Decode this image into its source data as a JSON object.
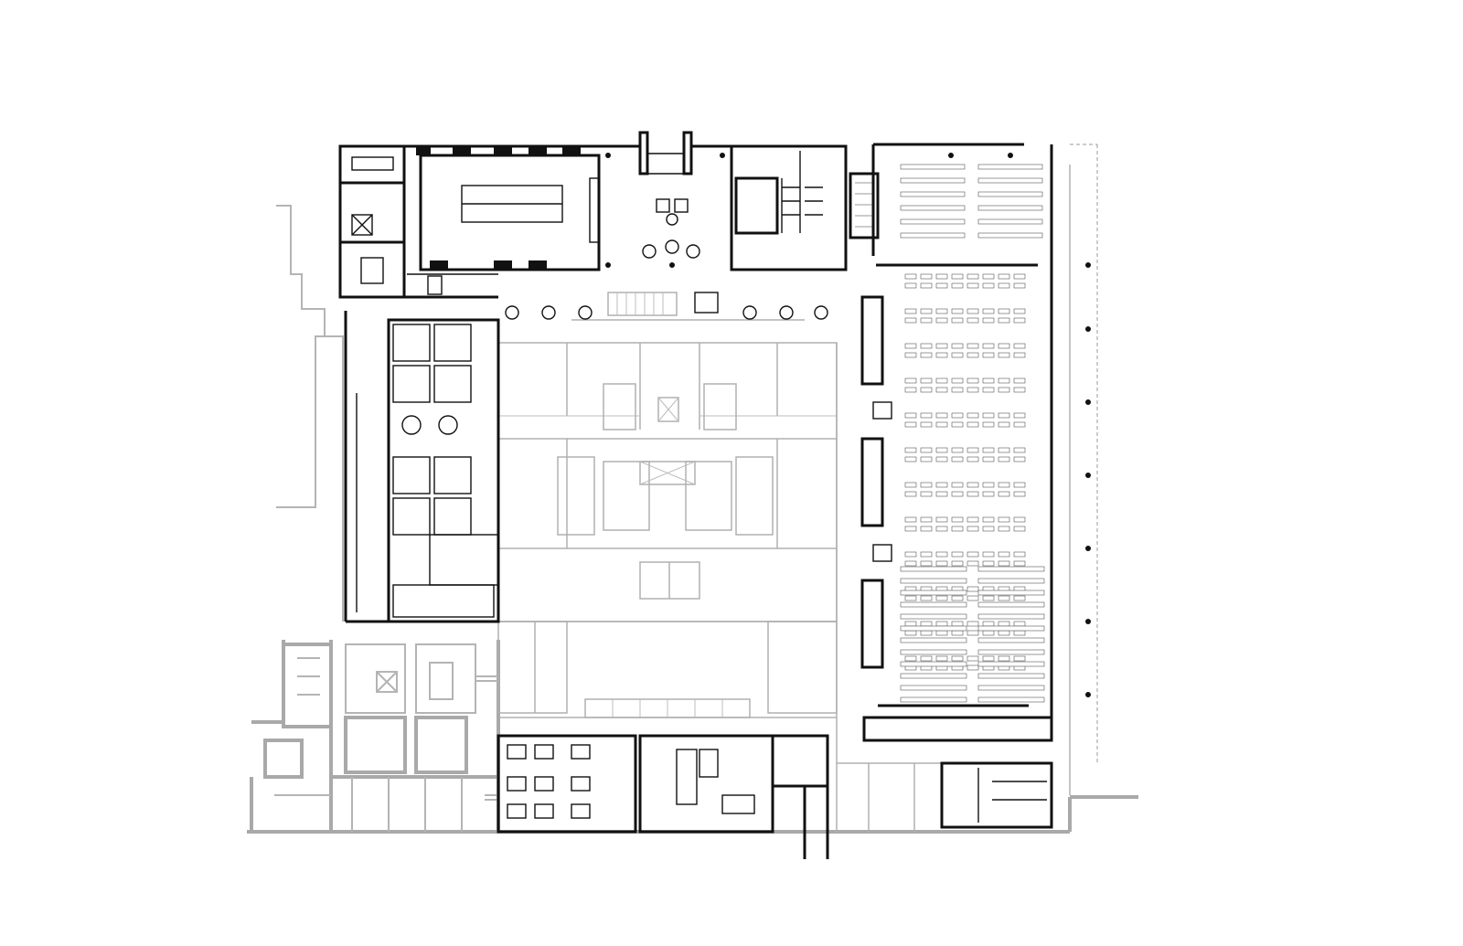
{
  "drawing": {
    "type": "architectural floor plan",
    "background": "#ffffff",
    "colors": {
      "new_walls": "#111111",
      "existing_walls": "#a9a9a9",
      "furniture": "#555555"
    },
    "seating": {
      "upper_block_rows": 6,
      "upper_block_columns": 2,
      "middle_block_rows": 12,
      "middle_block_columns": 8,
      "lower_block_rows": 12,
      "lower_block_columns": 2
    }
  }
}
